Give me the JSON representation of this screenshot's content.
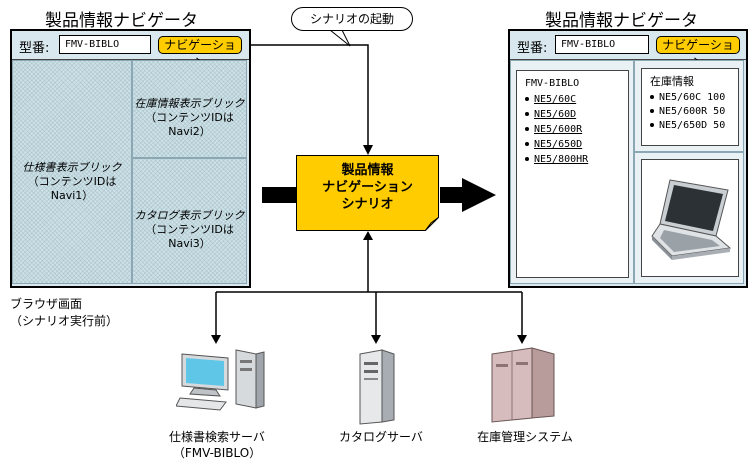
{
  "left_browser": {
    "title": "製品情報ナビゲータ",
    "model_label": "型番:",
    "model_value": "FMV-BIBLO",
    "nav_button": "ナビゲーション",
    "brick_stock_line1": "在庫情報表示ブリック",
    "brick_stock_line2": "（コンテンツIDはNavi2）",
    "brick_spec_line1": "仕様書表示ブリック",
    "brick_spec_line2": "（コンテンツIDはNavi1）",
    "brick_catalog_line1": "カタログ表示ブリック",
    "brick_catalog_line2": "（コンテンツIDはNavi3）",
    "caption_line1": "ブラウザ画面",
    "caption_line2": "（シナリオ実行前）"
  },
  "callout": "シナリオの起動",
  "scenario": {
    "line1": "製品情報",
    "line2": "ナビゲーション",
    "line3": "シナリオ"
  },
  "right_browser": {
    "title": "製品情報ナビゲータ",
    "model_label": "型番:",
    "model_value": "FMV-BIBLO",
    "nav_button": "ナビゲーション",
    "product_heading": "FMV-BIBLO",
    "products": [
      "NE5/60C",
      "NE5/60D",
      "NE5/600R",
      "NE5/650D",
      "NE5/800HR"
    ],
    "stock_heading": "在庫情報",
    "stock_items": [
      "NE5/60C 100",
      "NE5/600R 50",
      "NE5/650D 50"
    ]
  },
  "servers": {
    "spec_line1": "仕様書検索サーバ",
    "spec_line2": "（FMV-BIBLO）",
    "catalog": "カタログサーバ",
    "stock": "在庫管理システム"
  }
}
